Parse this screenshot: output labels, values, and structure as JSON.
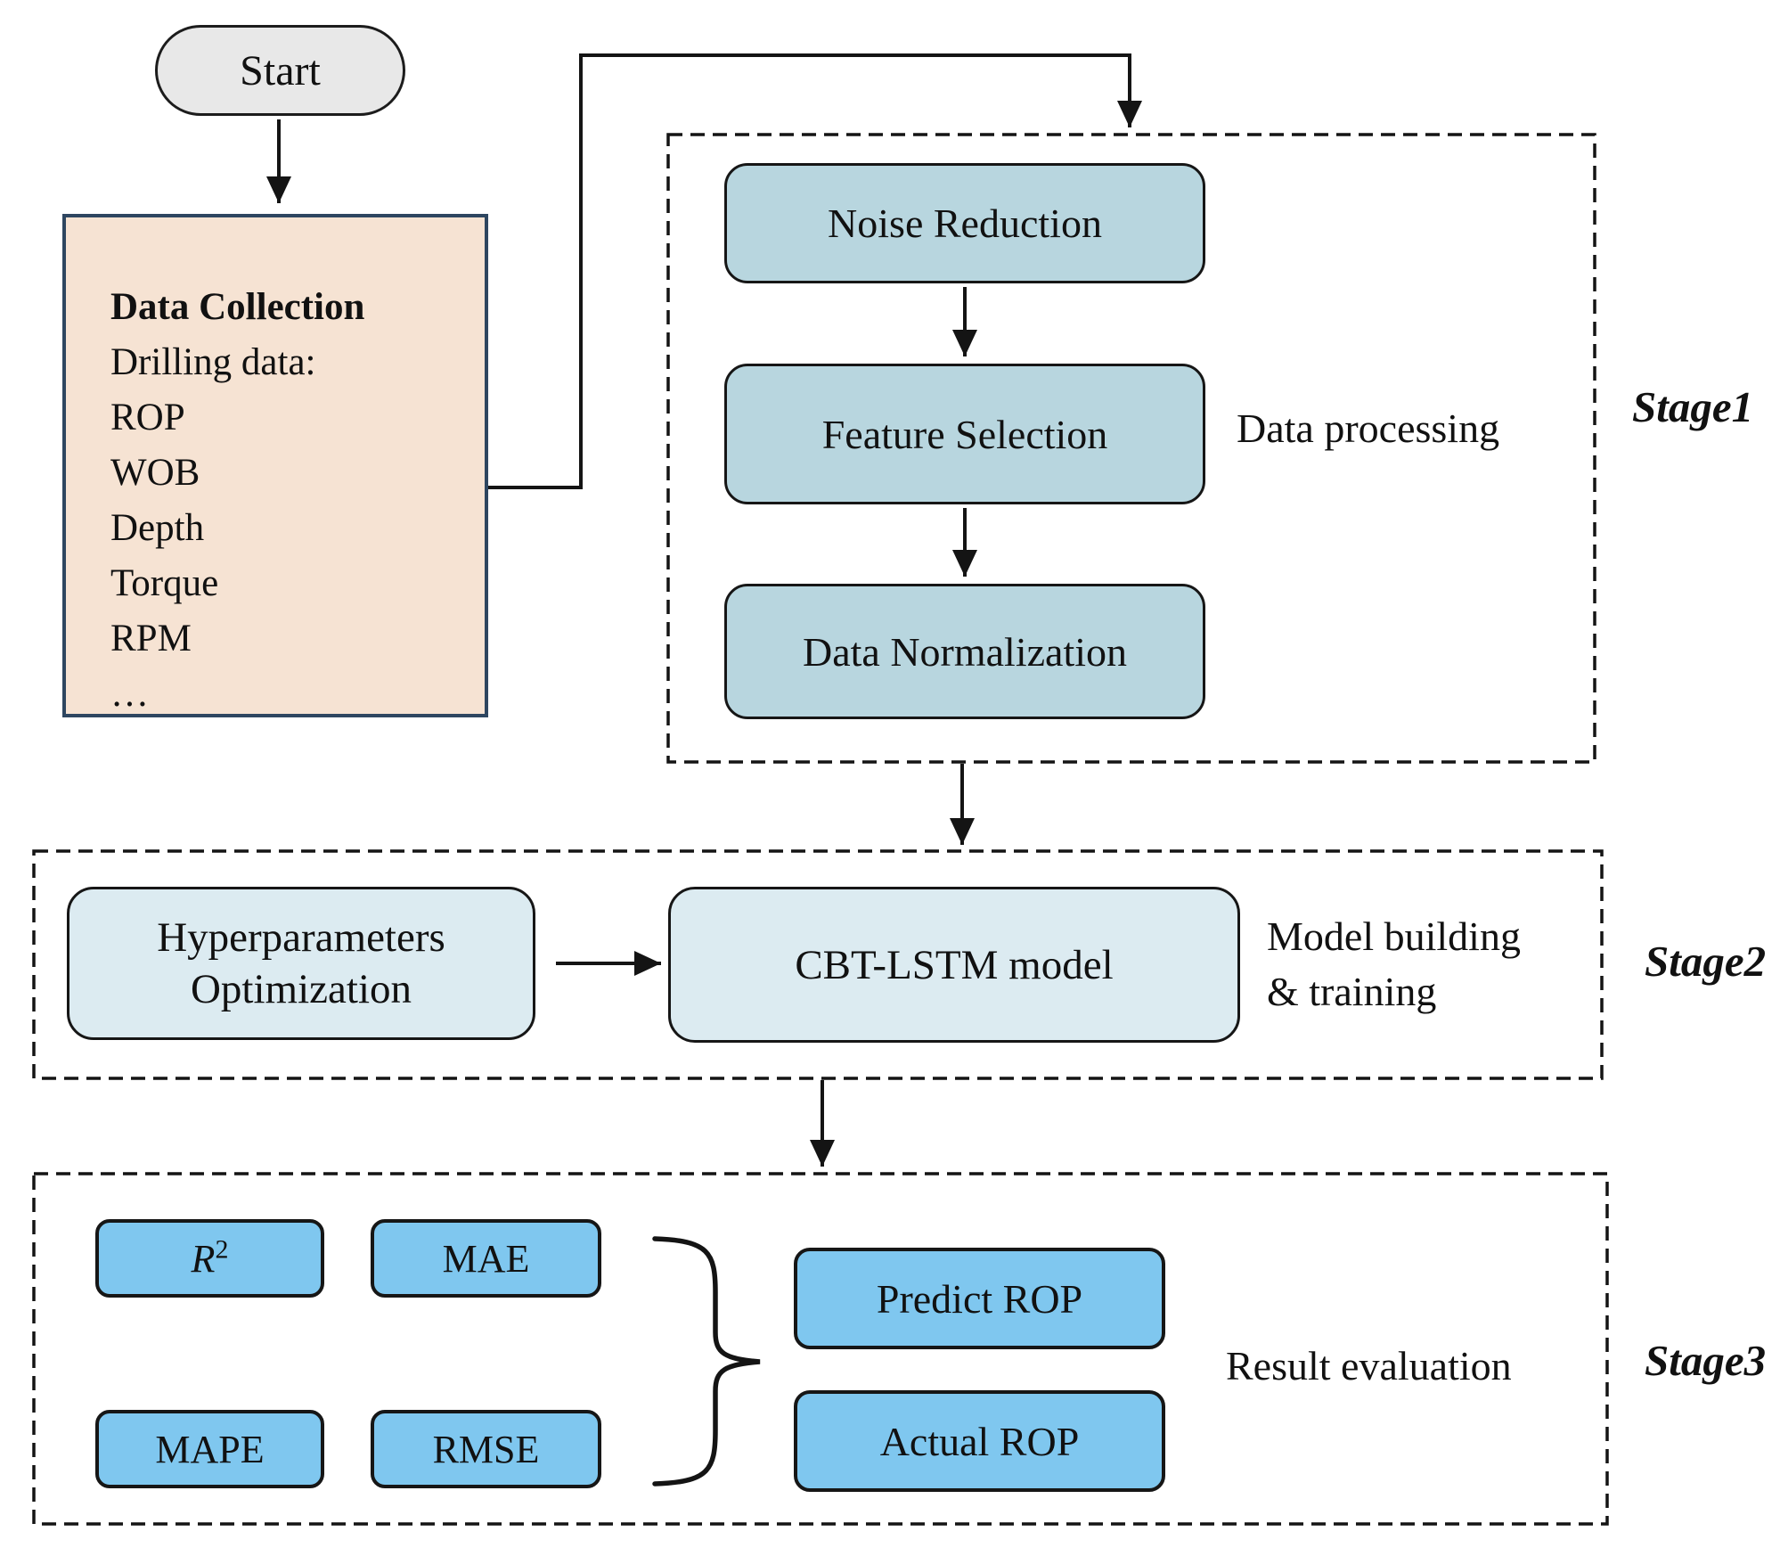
{
  "flowchart": {
    "start": "Start",
    "data_collection": {
      "title": "Data Collection",
      "items": [
        "Drilling data:",
        "ROP",
        "WOB",
        "Depth",
        "Torque",
        "RPM",
        "…"
      ]
    },
    "stage1": {
      "stage_label": "Stage1",
      "side_label": "Data processing",
      "steps": [
        "Noise Reduction",
        "Feature Selection",
        "Data Normalization"
      ]
    },
    "stage2": {
      "stage_label": "Stage2",
      "side_label_line1": "Model building",
      "side_label_line2": "& training",
      "hyperparameters_line1": "Hyperparameters",
      "hyperparameters_line2": "Optimization",
      "model_box": "CBT-LSTM model"
    },
    "stage3": {
      "stage_label": "Stage3",
      "side_label": "Result evaluation",
      "metrics": {
        "r2_base": "R",
        "r2_sup": "2",
        "mae": "MAE",
        "mape": "MAPE",
        "rmse": "RMSE"
      },
      "outputs": {
        "predict": "Predict ROP",
        "actual": "Actual ROP"
      }
    },
    "colors": {
      "start_fill": "#e8e8e8",
      "data_collection_fill": "#f6e3d3",
      "data_collection_border": "#2e4660",
      "stage1_step_fill": "#b8d6df",
      "stage2_box_fill": "#dcebf1",
      "stage3_box_fill": "#7fc7ef",
      "line_color": "#141414"
    }
  }
}
